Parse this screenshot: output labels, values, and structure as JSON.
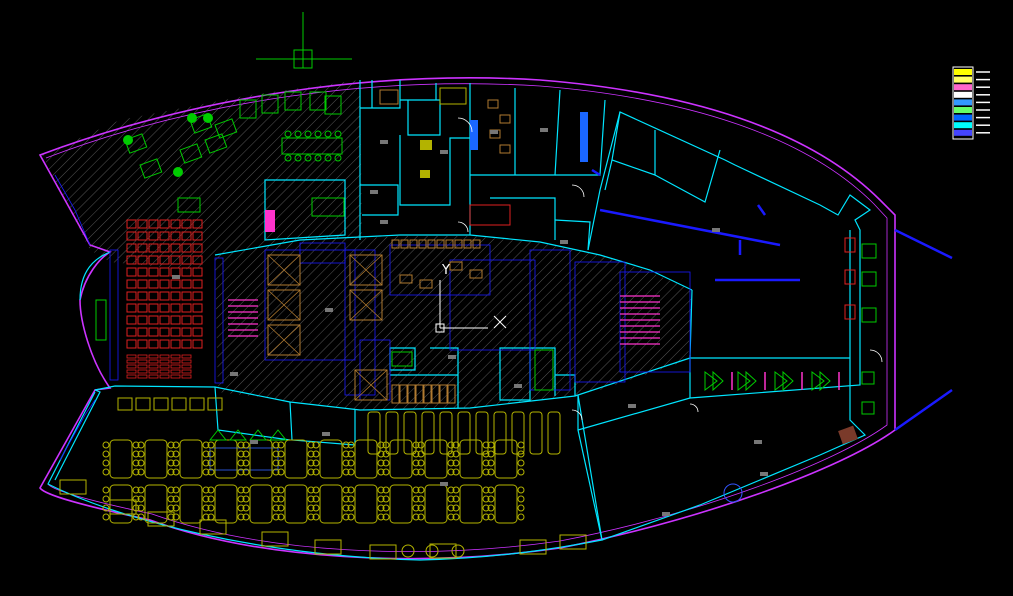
{
  "drawing": {
    "background": "#000000",
    "layer_colors": {
      "outline": "#cc33ff",
      "wall": "#00e5ff",
      "interior": "#1a1aff",
      "grey": "#777777",
      "furniture_yellow": "#b3b300",
      "furniture_green": "#00cc00",
      "seating_red": "#e02020",
      "furniture_brown": "#b07a30",
      "magenta": "#ff33cc",
      "white": "#ffffff",
      "hatch": "#555555"
    },
    "icons": [
      "ucs-crosshair-icon",
      "ucs-axis-icon",
      "layer-legend"
    ],
    "ucs": {
      "x_label": "X",
      "y_label": "Y"
    },
    "legend_swatches": [
      "#ffff00",
      "#ffff66",
      "#ff66cc",
      "#ffffff",
      "#3399ff",
      "#66ff66",
      "#0066ff",
      "#00ffff",
      "#4444ff"
    ]
  }
}
